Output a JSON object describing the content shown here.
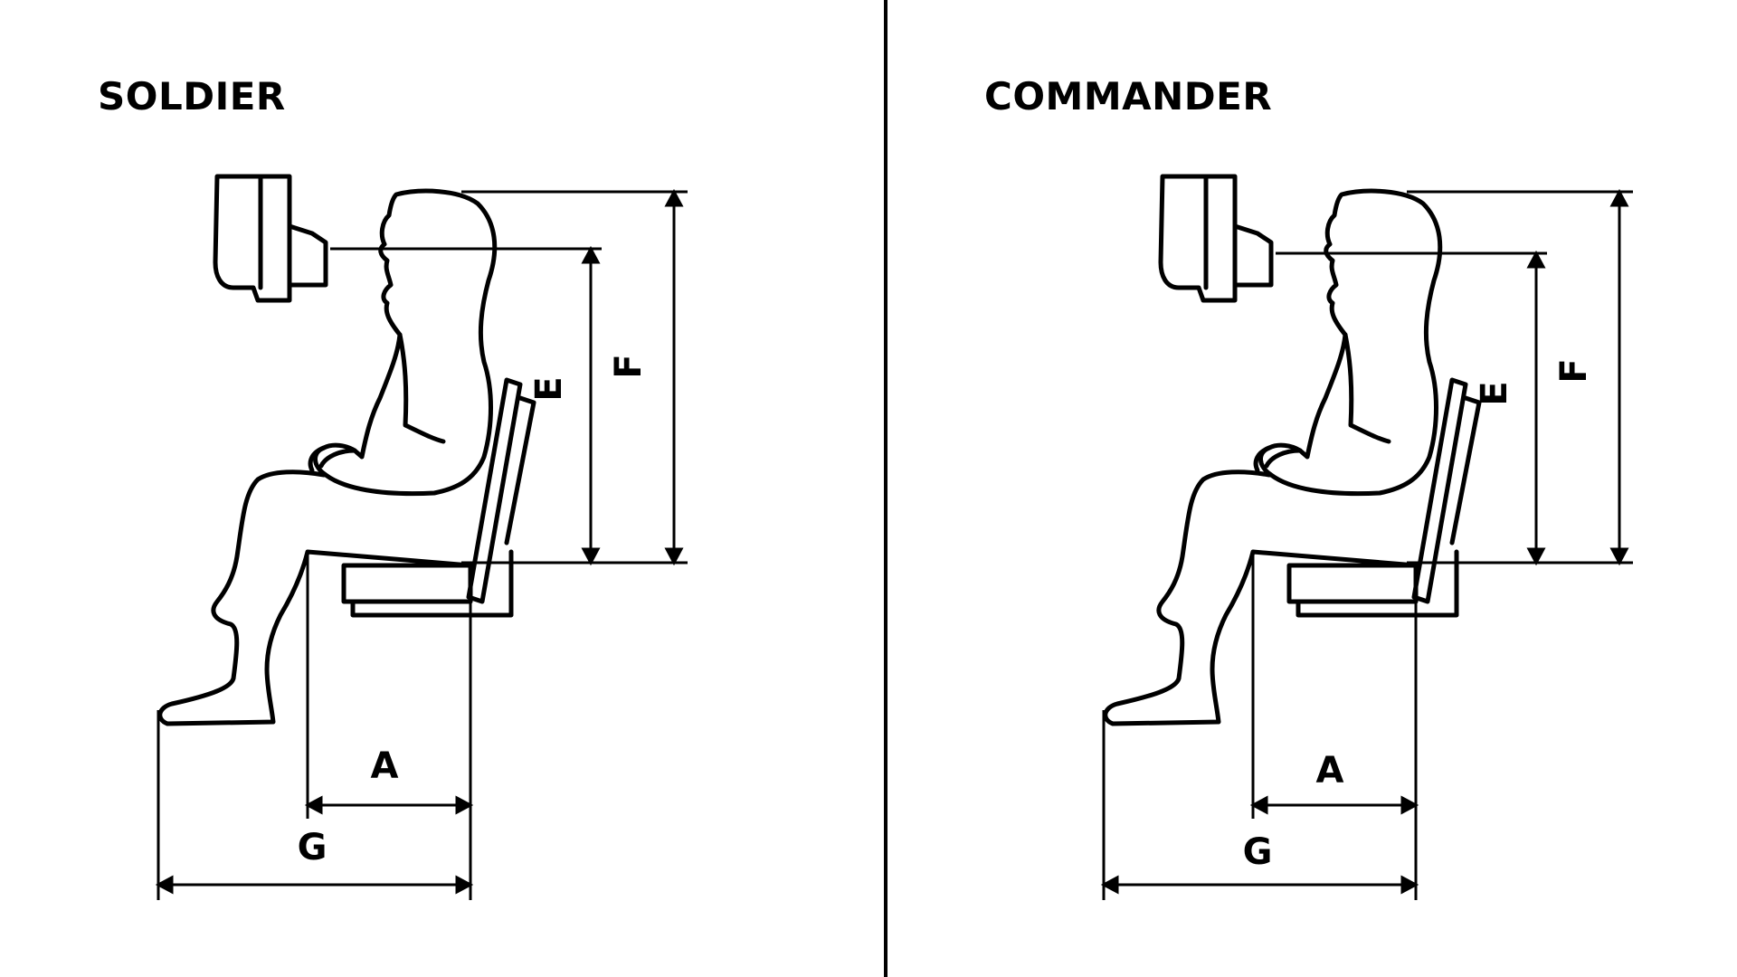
{
  "panels": [
    {
      "title": "SOLDIER",
      "labels": {
        "a": "A",
        "g": "G",
        "e": "E",
        "f": "F"
      }
    },
    {
      "title": "COMMANDER",
      "labels": {
        "a": "A",
        "g": "G",
        "e": "E",
        "f": "F"
      }
    }
  ],
  "colors": {
    "line": "#000000",
    "background": "#ffffff"
  }
}
